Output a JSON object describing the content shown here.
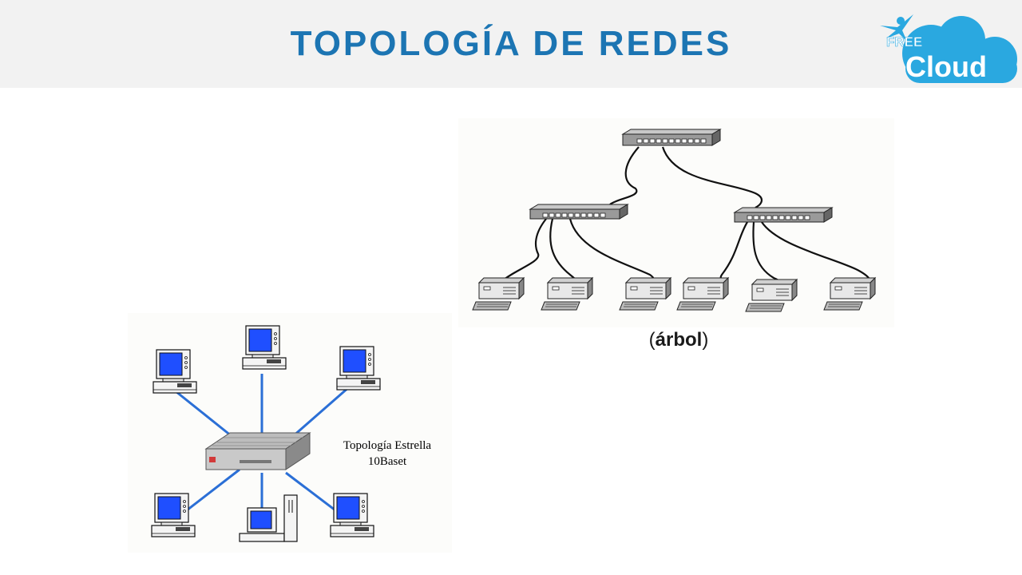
{
  "header": {
    "title": "TOPOLOGÍA DE REDES"
  },
  "logo": {
    "top_text": "FREE",
    "main_text": "Cloud",
    "color": "#2aa8e0"
  },
  "tree_diagram": {
    "caption_open": "(",
    "caption_bold": "árbol",
    "caption_close": ")"
  },
  "star_diagram": {
    "label_line1": "Topología Estrella",
    "label_line2": "10Baset"
  },
  "colors": {
    "title": "#1c75b3",
    "header_bg": "#f2f2f2",
    "star_link": "#2b6fd6",
    "screen": "#1f4fff"
  }
}
